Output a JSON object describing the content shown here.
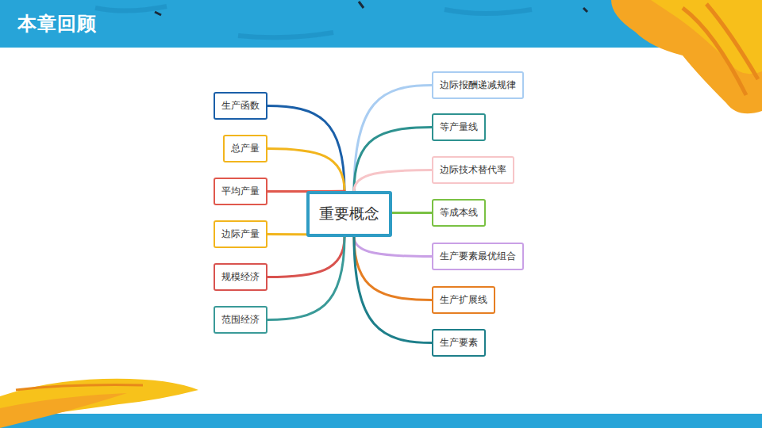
{
  "diagram": {
    "title": "本章回顾",
    "nodes": [
      {
        "text": [
          "重要概念"
        ]
      },
      {
        "text": [
          "生产函数"
        ]
      },
      {
        "text": [
          "总产量"
        ]
      },
      {
        "text": [
          "平均产量"
        ]
      },
      {
        "text": [
          "边际产量"
        ]
      },
      {
        "text": [
          "规模经济"
        ]
      },
      {
        "text": [
          "范围经济"
        ]
      },
      {
        "text": [
          "边际报酬递减规律"
        ]
      },
      {
        "text": [
          "等产量线"
        ]
      },
      {
        "text": [
          "边际技术替代率"
        ]
      },
      {
        "text": [
          "等成本线"
        ]
      },
      {
        "text": [
          "生产要素最优组合"
        ]
      },
      {
        "text": [
          "生产扩展线"
        ]
      },
      {
        "text": [
          "生产要素"
        ]
      }
    ],
    "edges": [
      {
        "from": 0,
        "to": 1,
        "arrow": "none"
      },
      {
        "from": 0,
        "to": 2,
        "arrow": "none"
      },
      {
        "from": 0,
        "to": 3,
        "arrow": "none"
      },
      {
        "from": 0,
        "to": 4,
        "arrow": "none"
      },
      {
        "from": 0,
        "to": 5,
        "arrow": "none"
      },
      {
        "from": 0,
        "to": 6,
        "arrow": "none"
      },
      {
        "from": 0,
        "to": 7,
        "arrow": "none"
      },
      {
        "from": 0,
        "to": 8,
        "arrow": "none"
      },
      {
        "from": 0,
        "to": 9,
        "arrow": "none"
      },
      {
        "from": 0,
        "to": 10,
        "arrow": "none"
      },
      {
        "from": 0,
        "to": 11,
        "arrow": "none"
      },
      {
        "from": 0,
        "to": 12,
        "arrow": "none"
      },
      {
        "from": 0,
        "to": 13,
        "arrow": "none"
      }
    ]
  }
}
